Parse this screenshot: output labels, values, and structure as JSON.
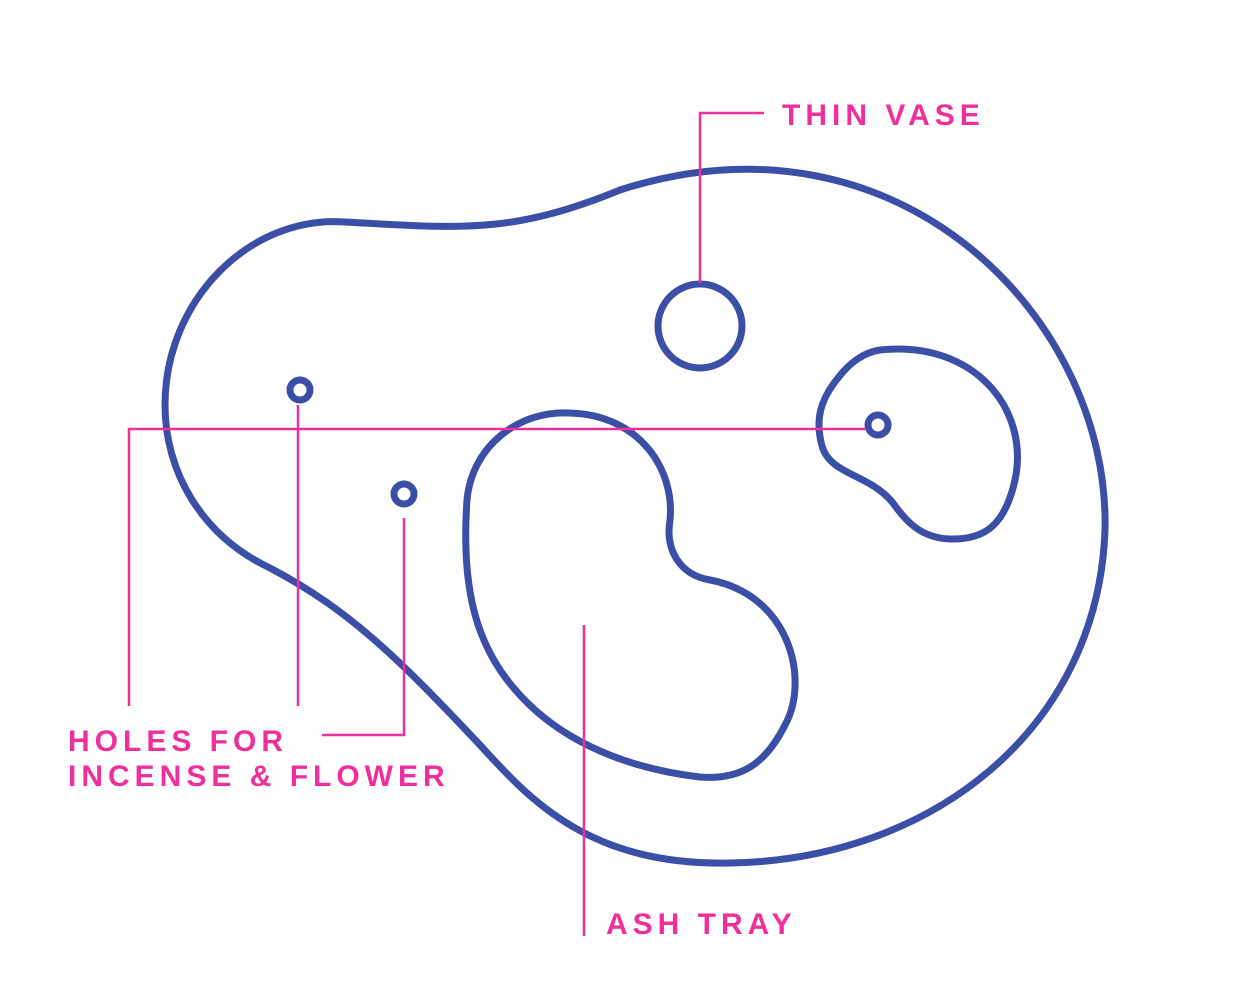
{
  "colors": {
    "outline": "#3a4fa5",
    "callout": "#ee2f9c",
    "background": "#ffffff"
  },
  "labels": {
    "thin_vase": "THIN VASE",
    "holes_line1": "HOLES FOR",
    "holes_line2": "INCENSE & FLOWER",
    "ash_tray": "ASH TRAY"
  }
}
